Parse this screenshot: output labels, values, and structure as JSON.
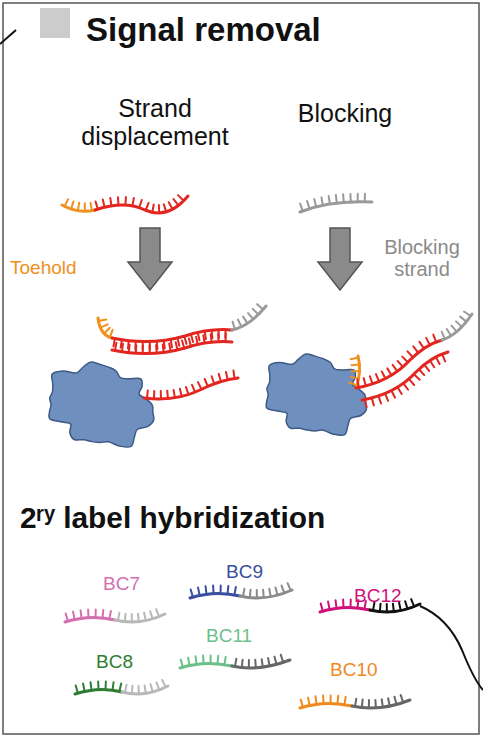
{
  "diagram": {
    "title": "Signal removal",
    "labels": [
      "Strand displacement",
      "Blocking",
      "Toehold",
      "Blocking strand",
      "2ʳʸ label hybridization",
      "BC7",
      "BC9",
      "BC12",
      "BC11",
      "BC8",
      "BC10"
    ]
  }
}
